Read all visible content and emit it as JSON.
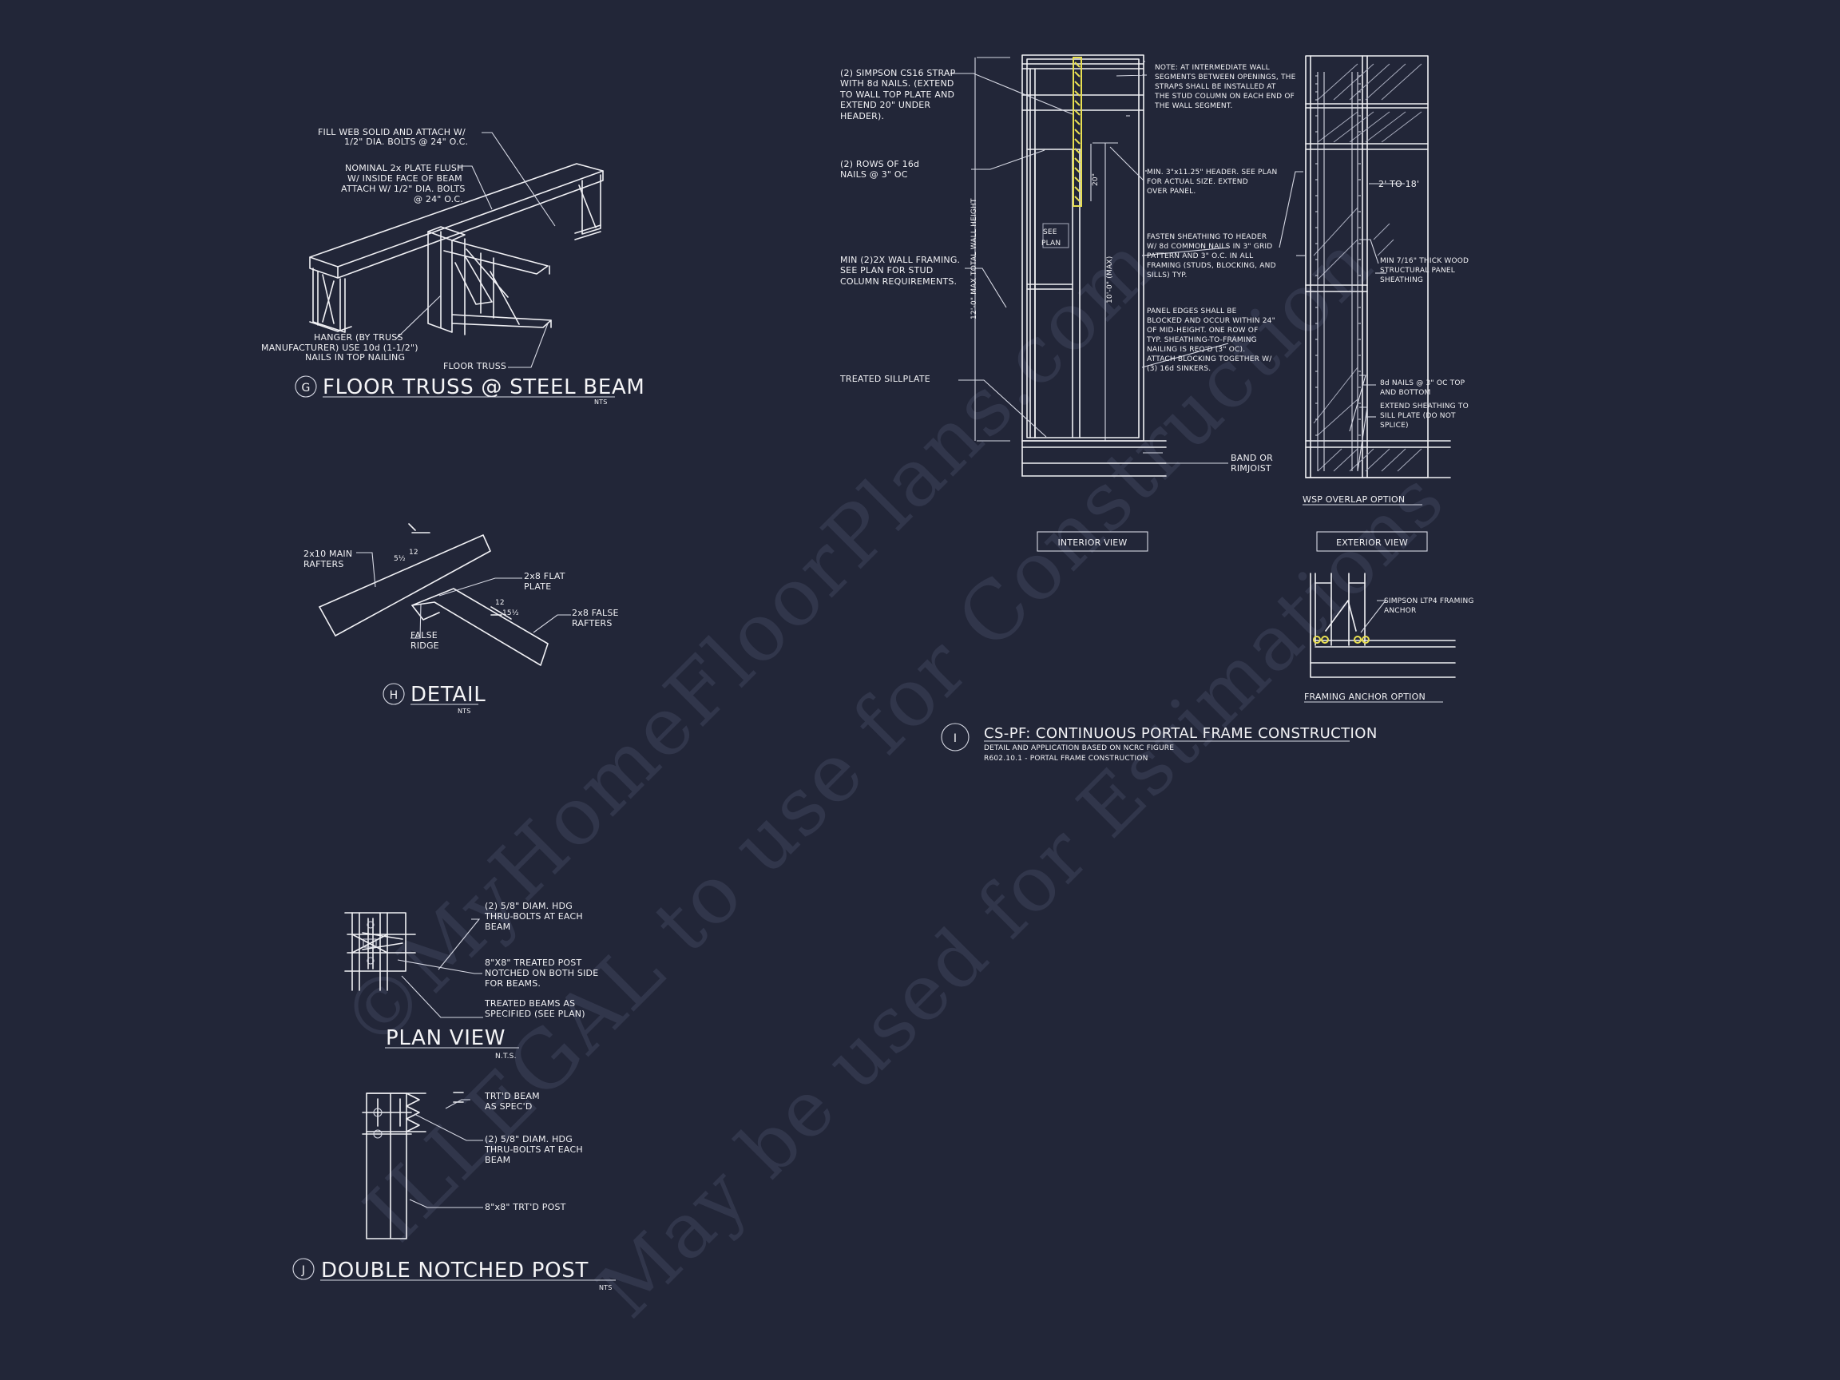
{
  "sheet": {
    "background": "#222638",
    "line_color": "#f0f0f4",
    "accent_color": "#e9e052"
  },
  "watermark": {
    "line1": "©MyHomeFloorPlans.com",
    "line2": "ILLEGAL to use for Construction",
    "line3": "May be used for Estimations"
  },
  "detail_g": {
    "letter": "G",
    "title": "FLOOR TRUSS @ STEEL BEAM",
    "scale": "NTS",
    "notes": {
      "fill_web": [
        "FILL WEB SOLID AND ATTACH W/",
        "1/2\" DIA. BOLTS @ 24\" O.C."
      ],
      "nominal": [
        "NOMINAL 2x PLATE FLUSH",
        "W/ INSIDE FACE OF BEAM",
        "ATTACH W/ 1/2\" DIA. BOLTS",
        "@ 24\" O.C."
      ],
      "hanger": [
        "HANGER (BY TRUSS",
        "MANUFACTURER) USE 10d (1-1/2\")",
        "NAILS IN TOP NAILING"
      ],
      "floor_truss": "FLOOR TRUSS"
    }
  },
  "detail_h": {
    "letter": "H",
    "title": "DETAIL",
    "scale": "NTS",
    "notes": {
      "main_rafters": [
        "2x10 MAIN",
        "RAFTERS"
      ],
      "flat_plate": [
        "2x8 FLAT",
        "PLATE"
      ],
      "false_rafters": [
        "2x8 FALSE",
        "RAFTERS"
      ],
      "false_ridge": [
        "FALSE",
        "RIDGE"
      ],
      "pitch_main_rise": "5½",
      "pitch_main_run": "12",
      "pitch_false_rise": "15½",
      "pitch_false_run": "12"
    }
  },
  "detail_i": {
    "letter": "I",
    "title": "CS-PF: CONTINUOUS PORTAL FRAME CONSTRUCTION",
    "subtitle": [
      "DETAIL AND APPLICATION BASED ON NCRC FIGURE",
      "R602.10.1 - PORTAL FRAME CONSTRUCTION"
    ],
    "interior_view": "INTERIOR VIEW",
    "exterior_view": "EXTERIOR VIEW",
    "wsp_overlap": "WSP OVERLAP OPTION",
    "framing_anchor": "FRAMING ANCHOR OPTION",
    "notes": {
      "strap": [
        "(2) SIMPSON CS16 STRAP",
        "WITH 8d NAILS. (EXTEND",
        "TO WALL TOP PLATE AND",
        "EXTEND 20\" UNDER",
        "HEADER)."
      ],
      "rows": [
        "(2) ROWS OF 16d",
        "NAILS @ 3\" OC"
      ],
      "min_framing": [
        "MIN (2)2X WALL FRAMING.",
        "SEE PLAN FOR STUD",
        "COLUMN REQUIREMENTS."
      ],
      "treated": "TREATED SILLPLATE",
      "note_intermediate": [
        "NOTE: AT INTERMEDIATE WALL",
        "SEGMENTS BETWEEN OPENINGS, THE",
        "STRAPS SHALL BE INSTALLED AT",
        "THE STUD COLUMN ON EACH END OF",
        "THE WALL SEGMENT."
      ],
      "header": [
        "MIN. 3\"x11.25\" HEADER. SEE PLAN",
        "FOR ACTUAL SIZE. EXTEND",
        "OVER PANEL."
      ],
      "fasten": [
        "FASTEN SHEATHING TO HEADER",
        "W/ 8d COMMON NAILS IN 3\" GRID",
        "PATTERN AND 3\" O.C. IN ALL",
        "FRAMING (STUDS, BLOCKING, AND",
        "SILLS) TYP."
      ],
      "panel_edges": [
        "PANEL EDGES SHALL BE",
        "BLOCKED AND OCCUR WITHIN 24\"",
        "OF MID-HEIGHT.  ONE ROW OF",
        "TYP. SHEATHING-TO-FRAMING",
        "NAILING IS REQ'D (3\" OC).",
        "ATTACH BLOCKING TOGETHER W/",
        "(3) 16d SINKERS."
      ],
      "band": [
        "BAND OR",
        "RIMJOIST"
      ],
      "two_to_18": "2' TO 18'",
      "min_thick": [
        "MIN 7/16\" THICK WOOD",
        "STRUCTURAL PANEL",
        "SHEATHING"
      ],
      "nails_8d": [
        "8d NAILS @ 3\" OC TOP",
        "AND BOTTOM"
      ],
      "extend_sheathing": [
        "EXTEND SHEATHING TO",
        "SILL PLATE (DO NOT",
        "SPLICE)"
      ],
      "ltp4": [
        "SIMPSON LTP4 FRAMING",
        "ANCHOR"
      ],
      "see_plan": [
        "SEE",
        "PLAN"
      ],
      "dim_20": "20\"",
      "dim_10": "10'-0\" (MAX)",
      "dim_12": "12'-0\" MAX TOTAL WALL HEIGHT"
    }
  },
  "plan_view": {
    "title": "PLAN VIEW",
    "scale": "N.T.S.",
    "notes": {
      "thru_bolts": [
        "(2) 5/8\" DIAM. HDG",
        "THRU-BOLTS AT EACH",
        "BEAM"
      ],
      "treated_post": [
        "8\"X8\" TREATED POST",
        "NOTCHED ON BOTH SIDE",
        "FOR BEAMS."
      ],
      "treated_beams": [
        "TREATED BEAMS AS",
        "SPECIFIED (SEE PLAN)"
      ]
    }
  },
  "detail_j": {
    "letter": "J",
    "title": "DOUBLE NOTCHED POST",
    "scale": "NTS",
    "notes": {
      "trtd_beam": [
        "TRT'D BEAM",
        "AS SPEC'D"
      ],
      "thru_bolts": [
        "(2) 5/8\" DIAM. HDG",
        "THRU-BOLTS AT EACH",
        "BEAM"
      ],
      "post": "8\"x8\" TRT'D POST"
    }
  }
}
